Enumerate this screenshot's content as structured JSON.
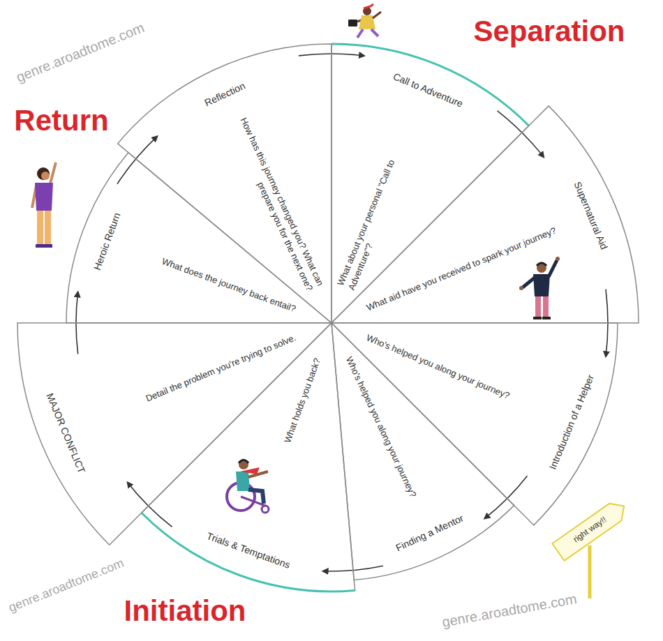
{
  "diagram": {
    "nodes": [
      {
        "text": [
          "Call to Adventure",
          "What about your personal \"Call to Adventure\"?"
        ]
      },
      {
        "text": [
          "Supernatural Aid",
          "What aid have you received to spark your journey?"
        ]
      },
      {
        "text": [
          "Introduction of a Helper",
          "Who's helped you along your journey?"
        ]
      },
      {
        "text": [
          "Finding a Mentor",
          "Who's helped you along your journey?"
        ]
      },
      {
        "text": [
          "Trials & Temptations",
          "What holds you back?"
        ]
      },
      {
        "text": [
          "MAJOR CONFLICT",
          "Detail the problem you're trying to solve."
        ]
      },
      {
        "text": [
          "Heroic Return",
          "What does the journey back entail?"
        ]
      },
      {
        "text": [
          "Reflection",
          "How has this journey changed you? What can prepare you for the next one?"
        ]
      }
    ],
    "edges": [
      {
        "from": 0,
        "to": 1,
        "arrow": "to"
      },
      {
        "from": 1,
        "to": 2,
        "arrow": "to"
      },
      {
        "from": 2,
        "to": 3,
        "arrow": "to"
      },
      {
        "from": 3,
        "to": 4,
        "arrow": "to"
      },
      {
        "from": 4,
        "to": 5,
        "arrow": "to"
      },
      {
        "from": 5,
        "to": 6,
        "arrow": "to"
      },
      {
        "from": 6,
        "to": 7,
        "arrow": "to"
      },
      {
        "from": 7,
        "to": 0,
        "arrow": "to"
      }
    ],
    "labels": [
      "Separation",
      "Return",
      "Initiation",
      "right way!!",
      "genre.aroadtome.com",
      "genre.aroadtome.com",
      "genre.aroadtome.com"
    ]
  }
}
